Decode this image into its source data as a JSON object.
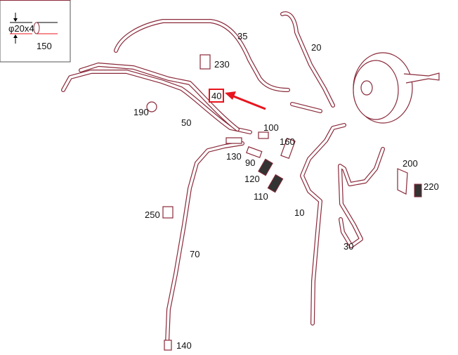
{
  "inset": {
    "dimension": "φ20x4",
    "part_number": "150"
  },
  "highlight": {
    "part_number": "40",
    "color": "#e8141e"
  },
  "labels": {
    "p35": "35",
    "p20": "20",
    "p230": "230",
    "p190": "190",
    "p50": "50",
    "p100": "100",
    "p160": "160",
    "p130": "130",
    "p90": "90",
    "p120": "120",
    "p110": "110",
    "p200": "200",
    "p220": "220",
    "p10": "10",
    "p250": "250",
    "p30": "30",
    "p70": "70",
    "p140": "140"
  },
  "colors": {
    "line": "#8a2a3a",
    "accent": "#e8141e",
    "text": "#111111"
  }
}
